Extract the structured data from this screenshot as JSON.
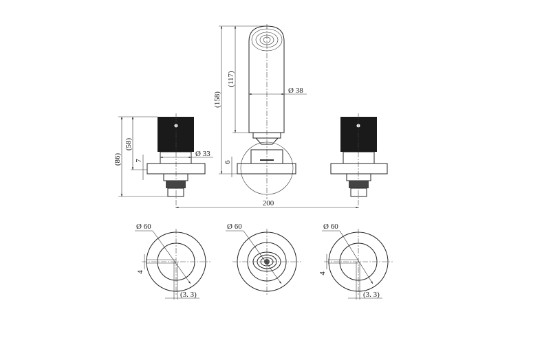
{
  "colors": {
    "line": "#222222",
    "knob": "#1a1a1a",
    "background": "#ffffff"
  },
  "front_view": {
    "left_handle": {
      "height_total": "(86)",
      "height_knob": "(58)",
      "flange_thickness": "7",
      "diameter": "Ø 33"
    },
    "spout": {
      "height_total": "(158)",
      "height_body": "(117)",
      "diameter": "Ø 38",
      "flange_thickness": "6"
    },
    "spacing": "200"
  },
  "top_view": {
    "left": {
      "diameter": "Ø 60",
      "offset": "4",
      "width": "(3. 3)"
    },
    "center": {
      "diameter": "Ø 60"
    },
    "right": {
      "diameter": "Ø 60",
      "offset": "4",
      "width": "(3. 3)"
    }
  }
}
